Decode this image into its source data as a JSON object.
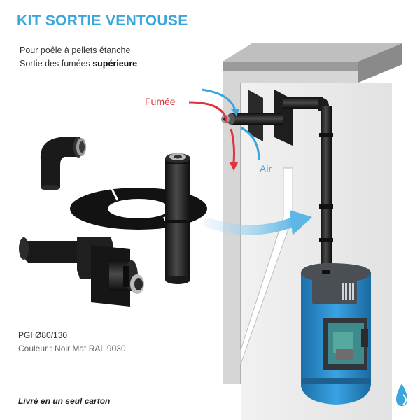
{
  "header": {
    "title": "KIT SORTIE VENTOUSE",
    "subtitle_line1": "Pour poêle à pellets étanche",
    "subtitle_line2_prefix": "Sortie des fumées ",
    "subtitle_line2_bold": "supérieure"
  },
  "labels": {
    "smoke": "Fumée",
    "air": "Air"
  },
  "specs": {
    "model": "PGI Ø80/130",
    "color": "Couleur : Noir Mat RAL 9030"
  },
  "footer": {
    "note": "Livré en un seul carton"
  },
  "colors": {
    "brand_blue": "#3ba6dc",
    "smoke_red": "#e0333f",
    "stove_blue": "#2a8fd0",
    "pipe_black": "#1c1c1c"
  },
  "icons": {
    "logo": "water-drop-logo"
  }
}
